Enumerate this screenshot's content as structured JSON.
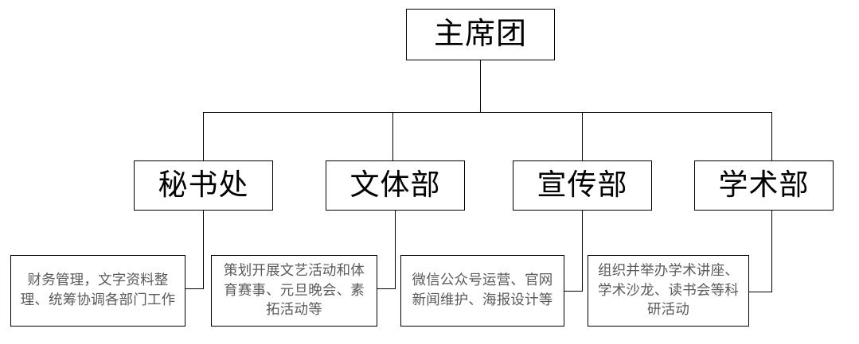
{
  "diagram": {
    "title_node": {
      "label": "主席团"
    },
    "departments": [
      {
        "name": "秘书处",
        "description": "财务管理，文字资料整理、统筹协调各部门工作"
      },
      {
        "name": "文体部",
        "description": "策划开展文艺活动和体育赛事、元旦晚会、素拓活动等"
      },
      {
        "name": "宣传部",
        "description": "微信公众号运营、官网新闻维护、海报设计等"
      },
      {
        "name": "学术部",
        "description": "组织并举办学术讲座、学术沙龙、读书会等科研活动"
      }
    ],
    "colors": {
      "line": "#000000",
      "node_border": "#000000",
      "node_text": "#000000",
      "description_text": "#5a5a5a",
      "background": "#ffffff"
    }
  }
}
